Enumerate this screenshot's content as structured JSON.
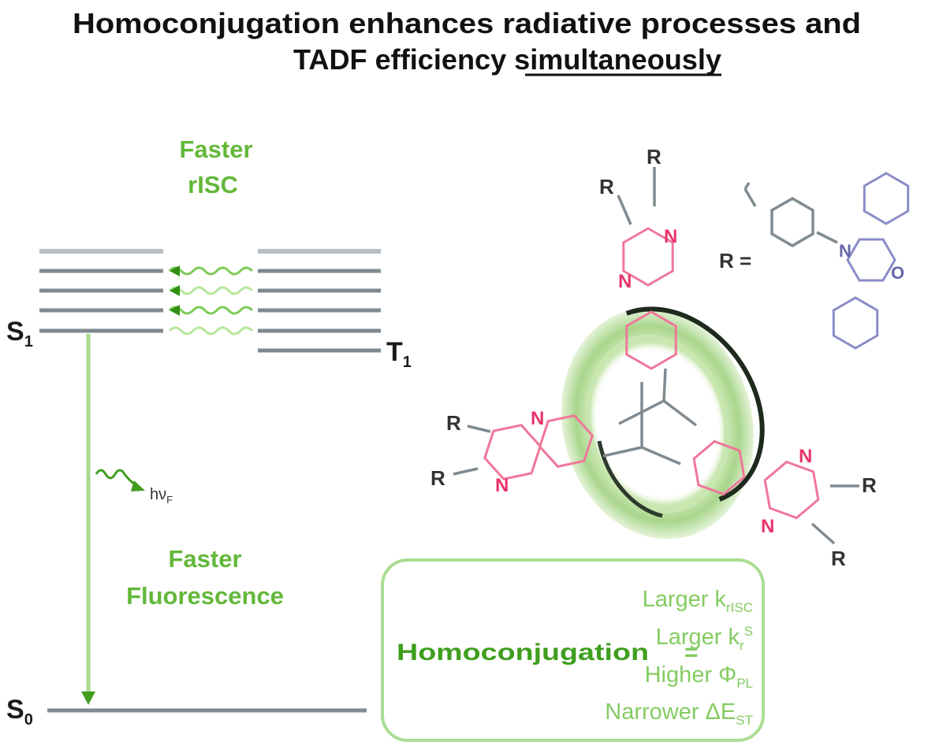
{
  "title": {
    "line1": "Homoconjugation enhances radiative processes and",
    "line2_prefix": "TADF efficiency ",
    "line2_emphasis": "simultaneously"
  },
  "diagram": {
    "s1": {
      "main": "S",
      "sub": "1"
    },
    "t1": {
      "main": "T",
      "sub": "1"
    },
    "s0": {
      "main": "S",
      "sub": "0"
    },
    "risc_label": [
      "Faster",
      "rISC"
    ],
    "emission": {
      "main": "hν",
      "sub": "F"
    },
    "fluorescence_label": [
      "Faster",
      "Fluorescence"
    ]
  },
  "molecule": {
    "r_label": "R",
    "n_label": "N",
    "o_label": "O",
    "r_definition": "R ="
  },
  "summary": {
    "lhs": "Homoconjugation",
    "equals": "=",
    "items": [
      {
        "main": "Larger k",
        "sub": "rISC",
        "sup": ""
      },
      {
        "main": "Larger k",
        "sub": "r",
        "sup": "S"
      },
      {
        "main": "Higher Φ",
        "sub": "PL",
        "sup": ""
      },
      {
        "main": "Narrower ΔE",
        "sub": "ST",
        "sup": ""
      }
    ]
  },
  "colors": {
    "accent_green": "#63b83a",
    "light_green": "#84cc62",
    "dark_green": "#3f9e1e",
    "pyrazine_pink": "#f0779a",
    "phenoxazine_blue": "#8a8cc8"
  }
}
